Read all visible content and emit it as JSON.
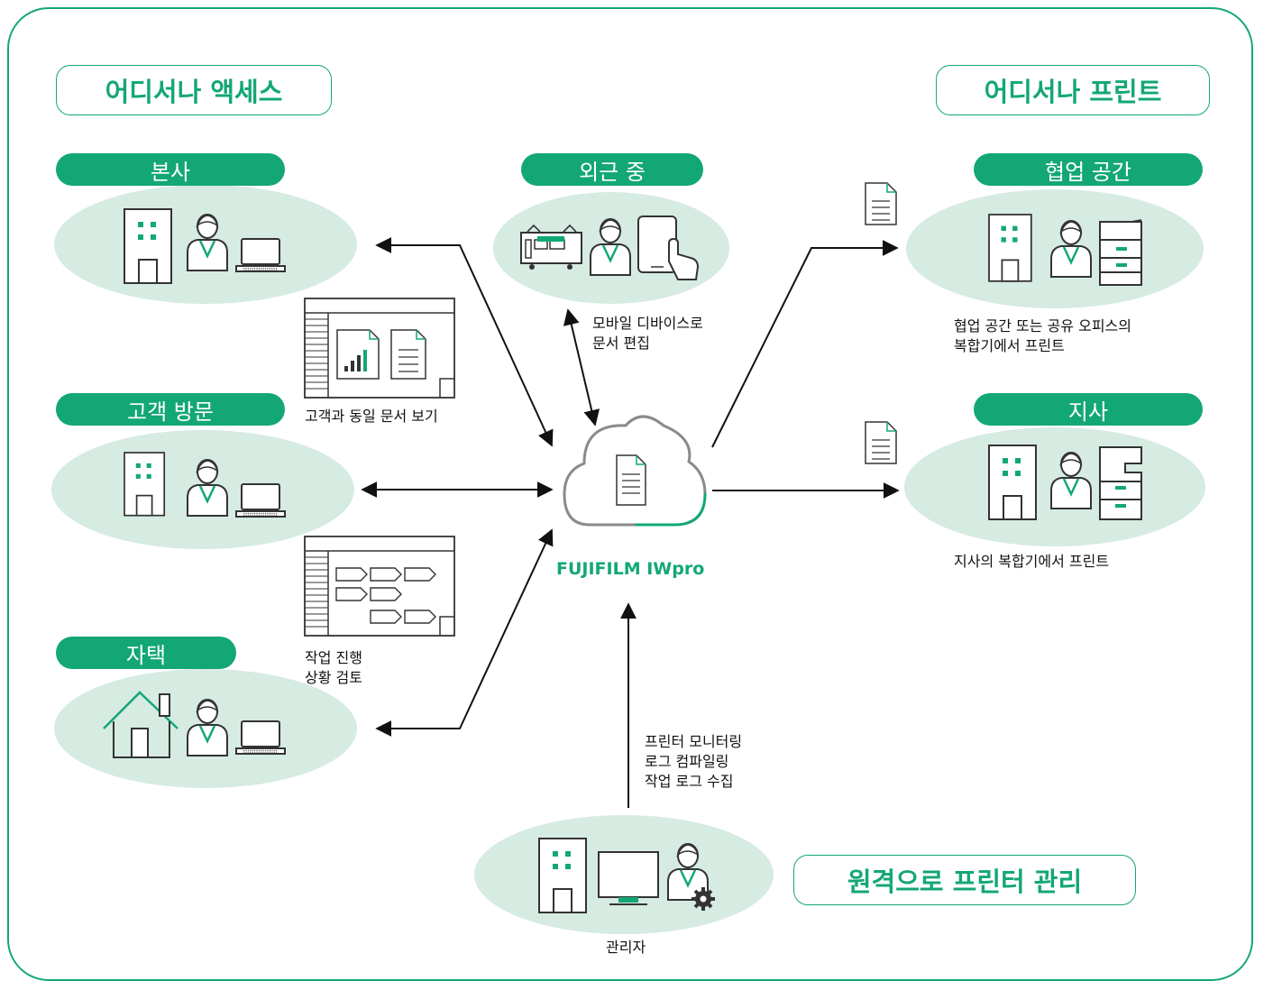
{
  "titles": {
    "access_anywhere": "어디서나 액세스",
    "print_anywhere": "어디서나 프린트",
    "remote_management": "원격으로 프린터 관리"
  },
  "locations": {
    "head_office": "본사",
    "customer_visit": "고객 방문",
    "home": "자택",
    "on_the_go": "외근 중",
    "collab_space": "협업 공간",
    "branch": "지사"
  },
  "captions": {
    "view_same_doc": "고객과 동일 문서 보기",
    "work_progress_line1": "작업 진행",
    "work_progress_line2": "상황 검토",
    "mobile_edit_line1": "모바일 디바이스로",
    "mobile_edit_line2": "문서 편집",
    "collab_print_line1": "협업 공간 또는 공유 오피스의",
    "collab_print_line2": "복합기에서 프린트",
    "branch_print": "지사의 복합기에서 프린트",
    "admin_line1": "프린터 모니터링",
    "admin_line2": "로그 컴파일링",
    "admin_line3": "작업 로그 수집",
    "administrator": "관리자"
  },
  "product": "FUJIFILM IWpro",
  "colors": {
    "accent": "#13a776",
    "ellipse": "#d6ebe1",
    "icon_stroke": "#333333",
    "arrow": "#111111",
    "cloud_gray": "#8a8a8a"
  }
}
